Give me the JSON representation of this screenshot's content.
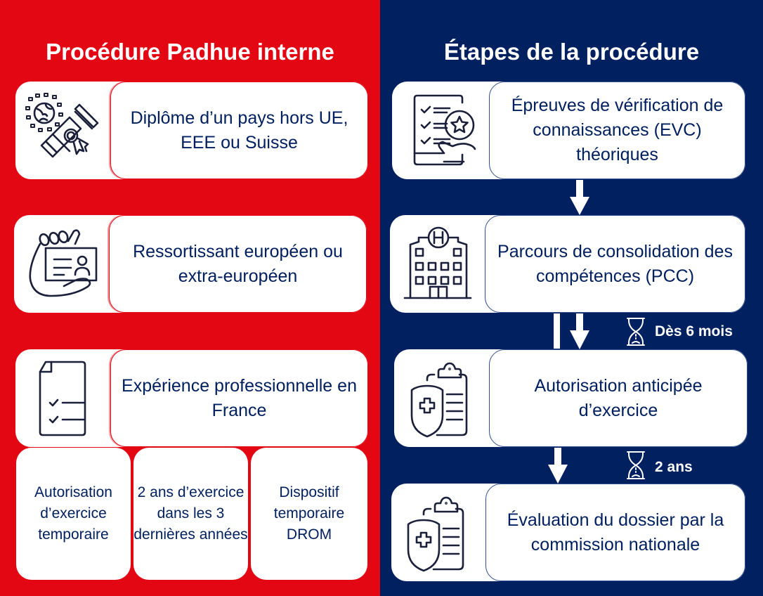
{
  "colors": {
    "left_bg": "#e30613",
    "right_bg": "#002060",
    "text": "#002060",
    "icon": "#1a1f3a"
  },
  "left": {
    "title": "Procédure Padhue interne",
    "cards": [
      {
        "icon": "globe-diploma-icon",
        "text": "Diplôme d’un pays hors UE, EEE ou Suisse"
      },
      {
        "icon": "hand-id-card-icon",
        "text": "Ressortissant européen ou extra-européen"
      },
      {
        "icon": "checklist-document-icon",
        "text": "Expérience professionnelle en France"
      }
    ],
    "sub_cards": [
      {
        "text": "Autorisation d’exercice temporaire"
      },
      {
        "text": "2 ans d’exercice dans les 3 dernières années"
      },
      {
        "text": "Dispositif temporaire DROM"
      }
    ]
  },
  "right": {
    "title": "Étapes de la procédure",
    "steps": [
      {
        "icon": "checklist-star-hand-icon",
        "text": "Épreuves de vérification de connaissances (EVC) théoriques"
      },
      {
        "icon": "hospital-icon",
        "text": "Parcours de consolidation des compétences (PCC)"
      },
      {
        "icon": "shield-clipboard-icon",
        "text": "Autorisation anticipée d’exercice"
      },
      {
        "icon": "shield-clipboard-icon",
        "text": "Évaluation du dossier par la commission nationale"
      }
    ],
    "durations": [
      {
        "icon": "hourglass-icon",
        "text": "Dès 6 mois"
      },
      {
        "icon": "hourglass-icon",
        "text": "2 ans"
      }
    ]
  }
}
